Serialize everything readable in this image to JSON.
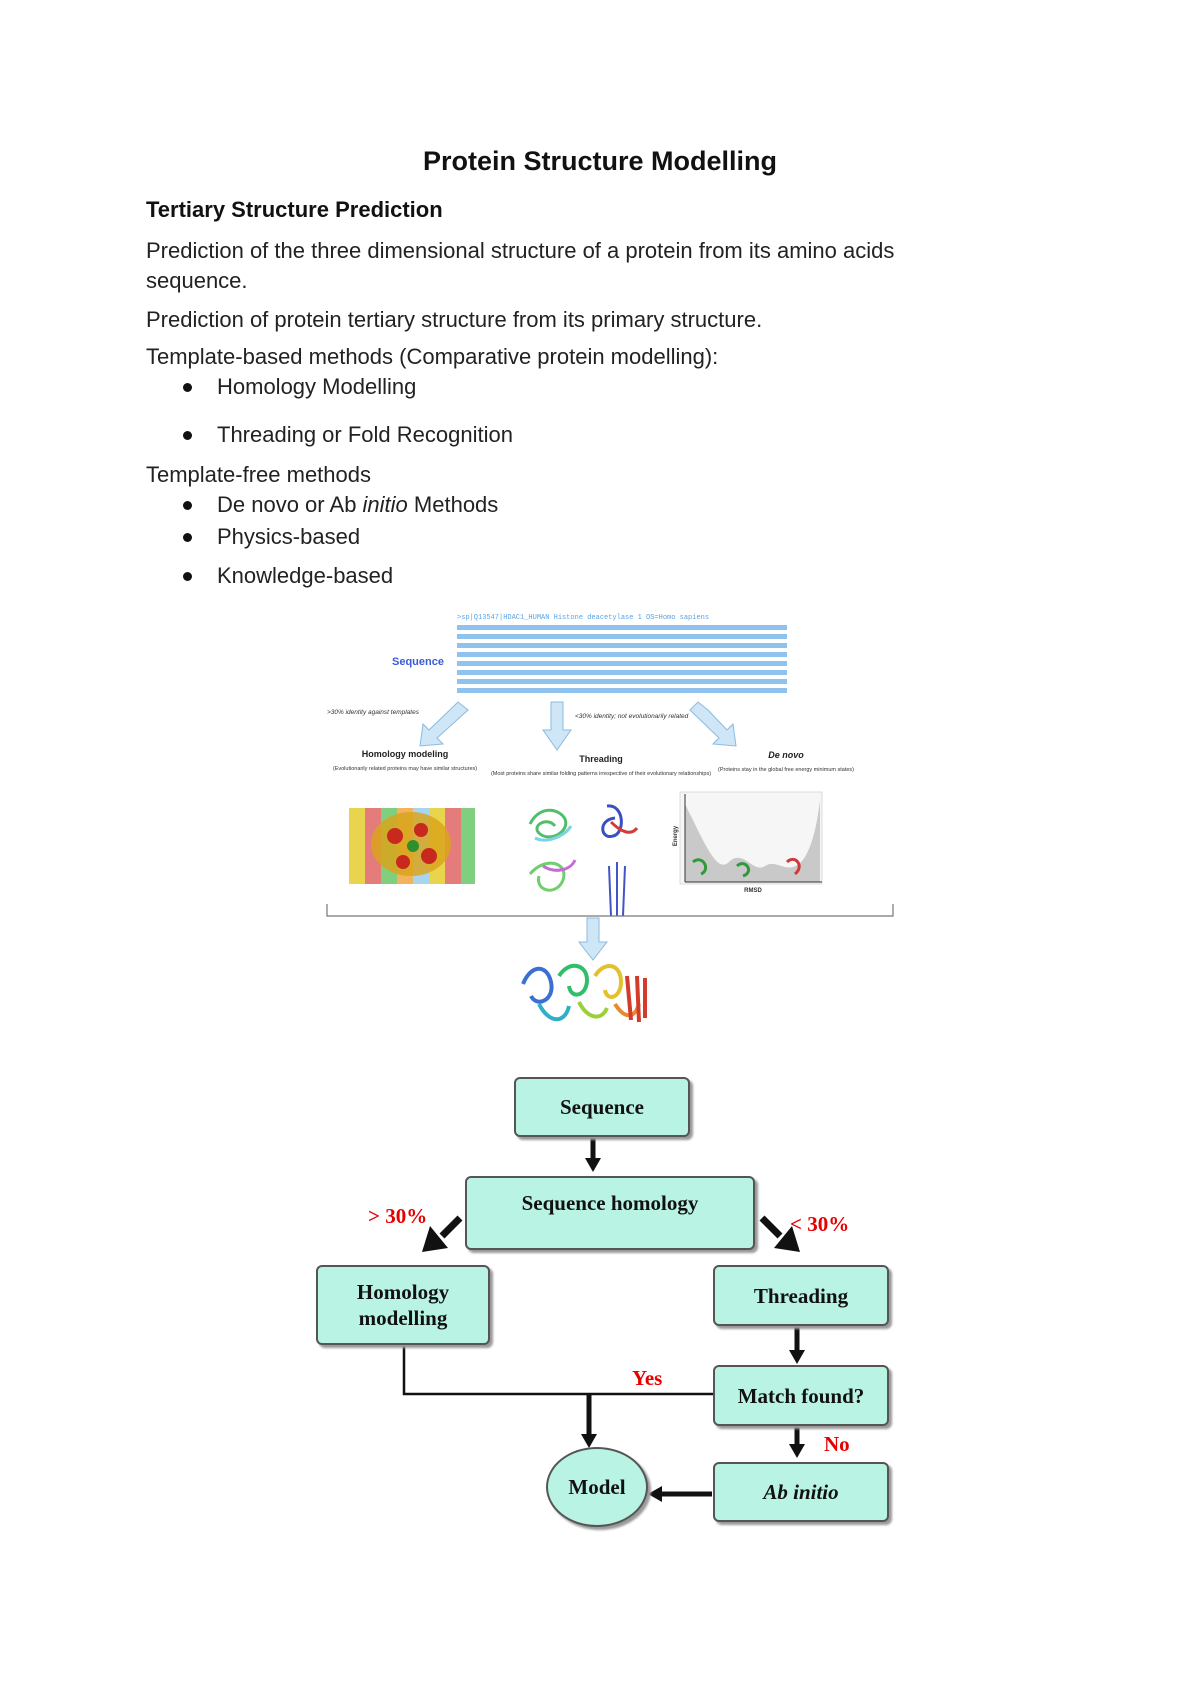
{
  "doc": {
    "title": "Protein Structure Modelling",
    "heading": "Tertiary Structure Prediction",
    "para1_line1": "Prediction of the three dimensional structure of a protein from its amino acids",
    "para1_line2": "sequence.",
    "para2": "Prediction of protein tertiary structure from its primary structure.",
    "para3": "Template-based methods (Comparative protein modelling):",
    "template_based": [
      "Homology Modelling",
      "Threading or Fold Recognition"
    ],
    "template_free_heading": "Template-free methods",
    "template_free": {
      "item1_pre": "De novo or Ab ",
      "item1_italic": "initio",
      "item1_post": " Methods",
      "item2": "Physics-based",
      "item3": "Knowledge-based"
    }
  },
  "figure1": {
    "sequence_label": "Sequence",
    "sequence_header": ">sp|Q13547|HDAC1_HUMAN Histone deacetylase 1 OS=Homo sapiens",
    "left_note": ">30% identity against templates",
    "middle_note": "<30% identity; not evolutionarily related",
    "homology_title": "Homology modeling",
    "homology_sub": "(Evolutionarily related proteins may have similar structures)",
    "threading_title": "Threading",
    "threading_sub": "(Most proteins share similar folding patterns irrespective of their evolutionary relationships)",
    "denovo_title": "De novo",
    "denovo_sub": "(Proteins stay in the global free energy minimum states)",
    "energy_axis": "Energy",
    "rmsd_axis": "RMSD"
  },
  "flowchart": {
    "sequence": "Sequence",
    "sequence_homology": "Sequence homology",
    "gt30": "> 30%",
    "lt30": "< 30%",
    "homology_line1": "Homology",
    "homology_line2": "modelling",
    "threading": "Threading",
    "match_found": "Match found?",
    "yes": "Yes",
    "no": "No",
    "ab_initio": "Ab initio",
    "model": "Model",
    "box_color": "#b9f3e4",
    "label_color": "#e60000"
  }
}
